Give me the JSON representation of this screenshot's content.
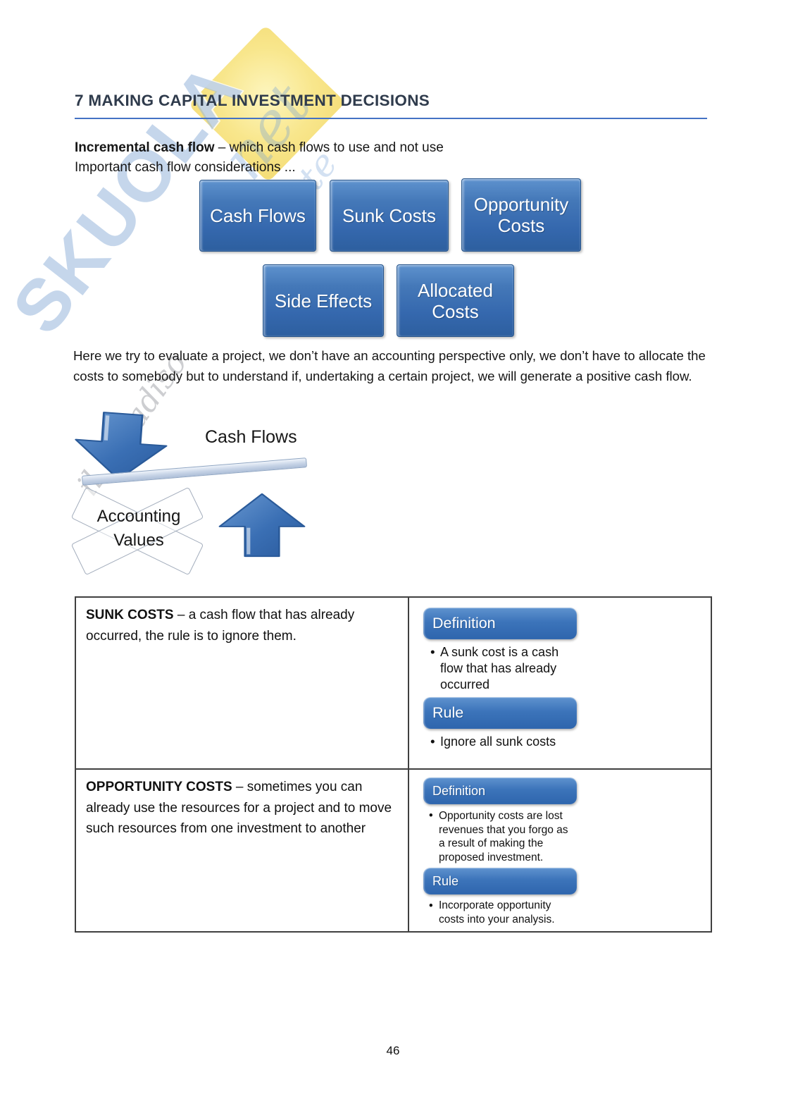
{
  "page": {
    "title": "7 MAKING CAPITAL INVESTMENT DECISIONS",
    "page_number": "46"
  },
  "colors": {
    "title_text": "#2f3b4c",
    "title_rule": "#4472c4",
    "box_blue_top": "#5e92ce",
    "box_blue_bottom": "#2d5f9f",
    "pill_blue_top": "#5f93cf",
    "pill_blue_bottom": "#2e65ad",
    "watermark_yellow": "#f8e586",
    "watermark_blue": "#9ebadd",
    "table_border": "#404040"
  },
  "watermark": {
    "brand": "SKUOLA",
    "brand_suffix": ".net",
    "fragment": "te",
    "tagline": "il paradiso"
  },
  "intro": {
    "line1_bold": "Incremental cash flow",
    "line1_rest": " – which cash flows to use and not use",
    "line2": "Important cash flow considerations ..."
  },
  "consideration_boxes": [
    "Cash Flows",
    "Sunk Costs",
    "Opportunity Costs",
    "Side Effects",
    "Allocated Costs"
  ],
  "paragraph": "Here we try to evaluate a project, we don’t have an accounting perspective only, we don’t have to allocate the costs to somebody but to understand if, undertaking a certain project, we will generate a positive cash flow.",
  "diagram": {
    "top_label": "Cash Flows",
    "crossed_label_line1": "Accounting",
    "crossed_label_line2": "Values"
  },
  "table": {
    "rows": [
      {
        "term_bold": "SUNK COSTS",
        "term_rest": " – a cash flow that has already occurred, the rule is to ignore them.",
        "definition_label": "Definition",
        "definition_text": "A sunk cost is a cash flow that has already occurred",
        "rule_label": "Rule",
        "rule_text": "Ignore all sunk costs"
      },
      {
        "term_bold": "OPPORTUNITY COSTS",
        "term_rest": " – sometimes you can already use the resources for a project and to move such resources from one investment to another",
        "definition_label": "Definition",
        "definition_text": "Opportunity costs are lost revenues that you forgo as a result of making the proposed investment.",
        "rule_label": "Rule",
        "rule_text": "Incorporate opportunity costs into your analysis."
      }
    ]
  }
}
